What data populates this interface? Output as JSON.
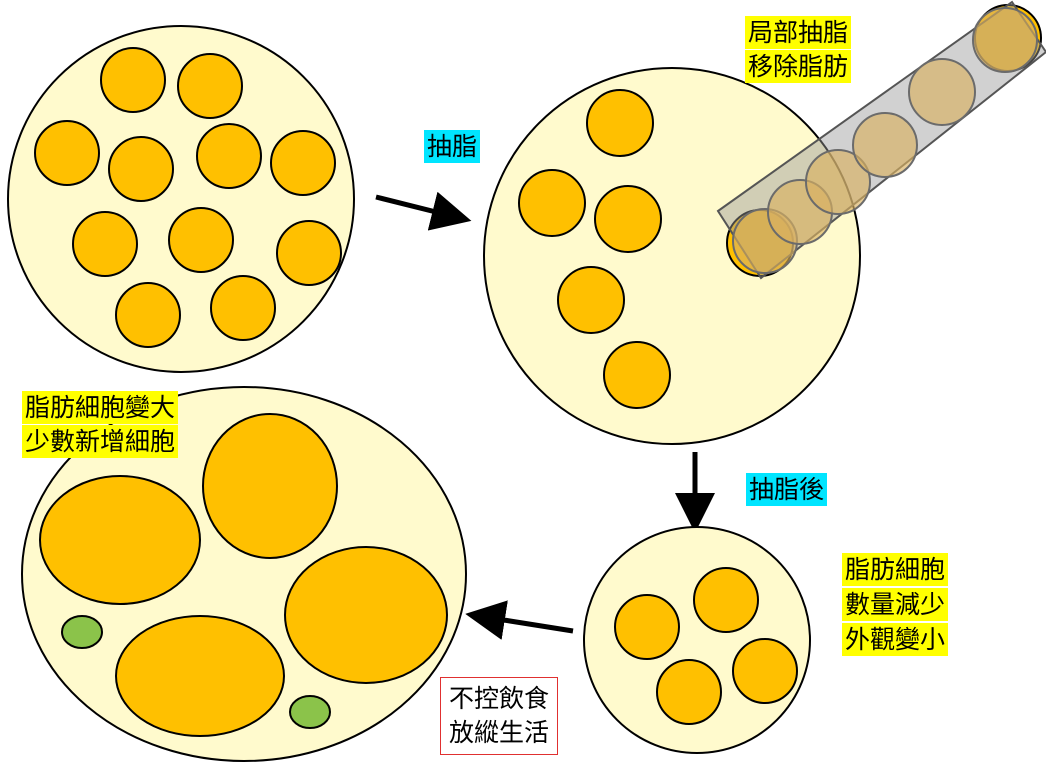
{
  "colors": {
    "background_cell": "#fffacd",
    "fat_cell": "#ffc000",
    "new_cell": "#8bc34a",
    "label_highlight": "#ffff00",
    "step_highlight": "#00e5ff",
    "warning_border": "#e03030"
  },
  "labels": {
    "liposuction_tag_1": "局部抽脂",
    "liposuction_tag_2": "移除脂肪",
    "step_liposuction": "抽脂",
    "step_after_liposuction": "抽脂後",
    "after_result_1": "脂肪細胞",
    "after_result_2": "數量減少",
    "after_result_3": "外觀變小",
    "cause_1": "不控飲食",
    "cause_2": "放縱生活",
    "rebound_result_1": "脂肪細胞變大",
    "rebound_result_2": "少數新增細胞"
  }
}
